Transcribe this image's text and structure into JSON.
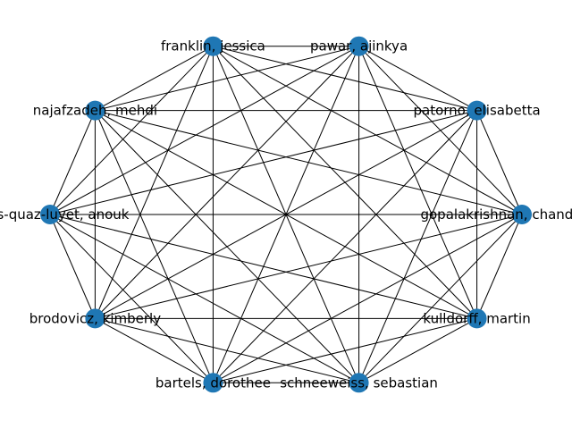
{
  "graph": {
    "node_color": "#1f77b4",
    "edge_color": "#000000",
    "nodes": [
      {
        "id": "gopalakrishnan",
        "label": "gopalakrishnan, chandrasekar"
      },
      {
        "id": "patorno",
        "label": "patorno, elisabetta"
      },
      {
        "id": "pawar",
        "label": "pawar, ajinkya"
      },
      {
        "id": "franklin",
        "label": "franklin, jessica"
      },
      {
        "id": "najafzadeh",
        "label": "najafzadeh, mehdi"
      },
      {
        "id": "wyss",
        "label": "wyss-quaz-luyet, anouk"
      },
      {
        "id": "brodovicz",
        "label": "brodovicz, kimberly"
      },
      {
        "id": "bartels",
        "label": "bartels, dorothee"
      },
      {
        "id": "schneeweiss",
        "label": "schneeweiss, sebastian"
      },
      {
        "id": "kulldorff",
        "label": "kulldorff, martin"
      }
    ],
    "edges": "complete"
  }
}
